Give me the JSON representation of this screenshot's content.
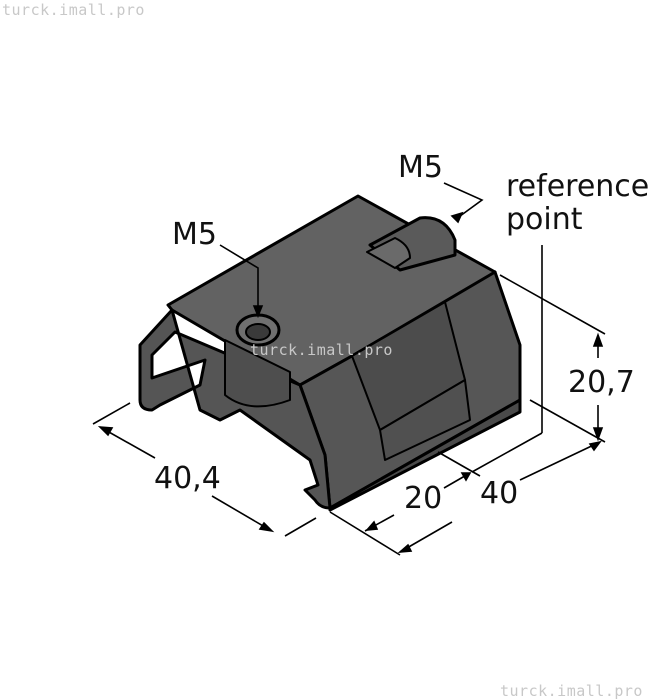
{
  "watermarks": {
    "top_left": "turck.imall.pro",
    "center": "turck.imall.pro",
    "bottom_right": "turck.imall.pro"
  },
  "drawing": {
    "subject": "mounting bracket (isometric view)",
    "body_color": "#5e5e5e",
    "body_dark_color": "#4a4a4a",
    "outline_color": "#000000",
    "callouts": {
      "thread_top": "M5",
      "thread_side": "M5",
      "reference_line1": "reference",
      "reference_line2": "point"
    },
    "dimensions": {
      "width_left": "40,4",
      "height_right": "20,7",
      "depth_half": "20",
      "depth_full": "40"
    }
  }
}
